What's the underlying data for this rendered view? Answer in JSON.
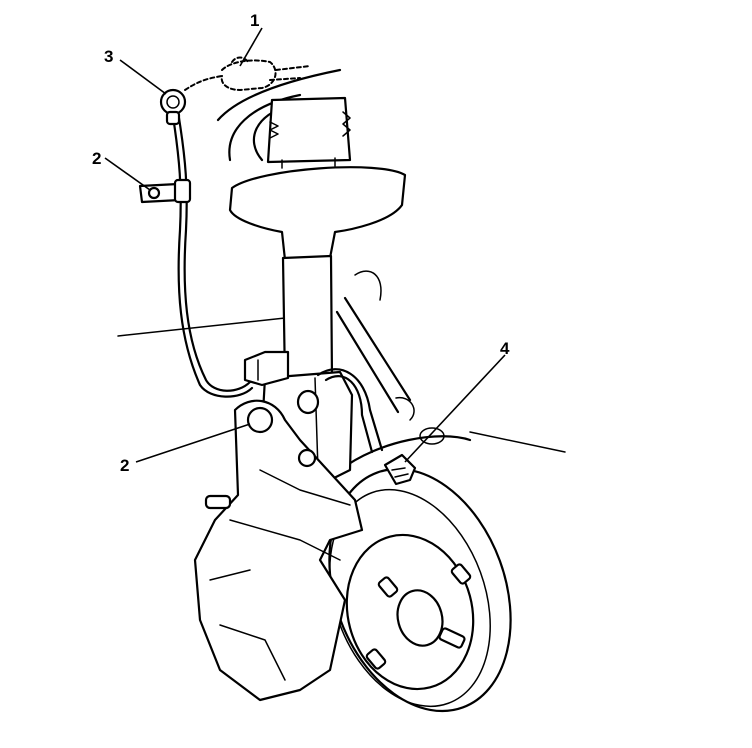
{
  "callouts": [
    {
      "id": "1",
      "label": "1"
    },
    {
      "id": "2a",
      "label": "2"
    },
    {
      "id": "2b",
      "label": "2"
    },
    {
      "id": "3",
      "label": "3"
    },
    {
      "id": "4",
      "label": "4"
    }
  ]
}
